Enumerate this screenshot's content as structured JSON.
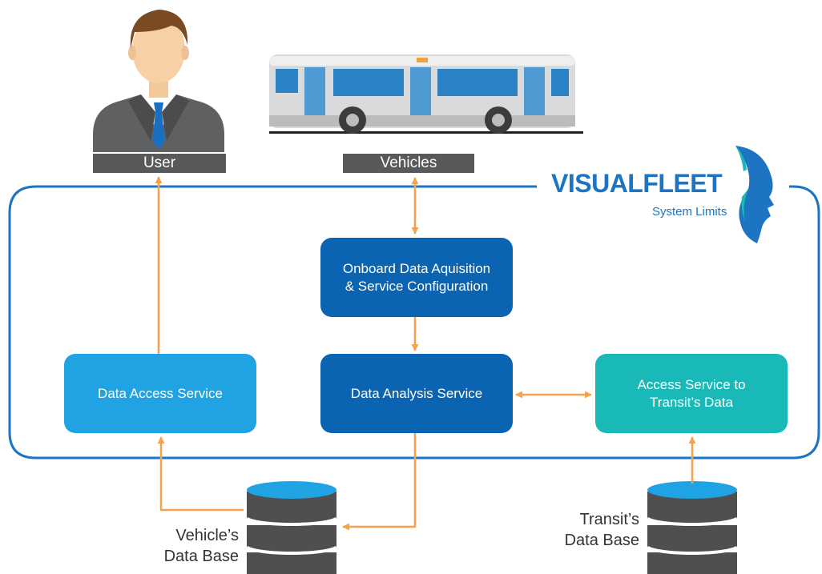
{
  "actors": {
    "user_label": "User",
    "vehicles_label": "Vehicles"
  },
  "logo": {
    "title": "VISUALFLEET",
    "subtitle": "System Limits"
  },
  "services": {
    "onboard_line1": "Onboard Data Aquisition",
    "onboard_line2": "& Service Configuration",
    "data_access": "Data Access Service",
    "data_analysis": "Data Analysis Service",
    "transit_access_line1": "Access Service to",
    "transit_access_line2": "Transit’s Data"
  },
  "databases": {
    "vehicle_line1": "Vehicle’s",
    "vehicle_line2": "Data Base",
    "transit_line1": "Transit’s",
    "transit_line2": "Data Base"
  },
  "colors": {
    "boundary": "#1d74c2",
    "arrow": "#f5a24a",
    "box_light": "#1fa3e2",
    "box_dark": "#0a64b2",
    "box_teal": "#18b9b7",
    "label_bg": "#58595b",
    "database": "#4f4f4f",
    "database_top": "#1fa3e2"
  }
}
